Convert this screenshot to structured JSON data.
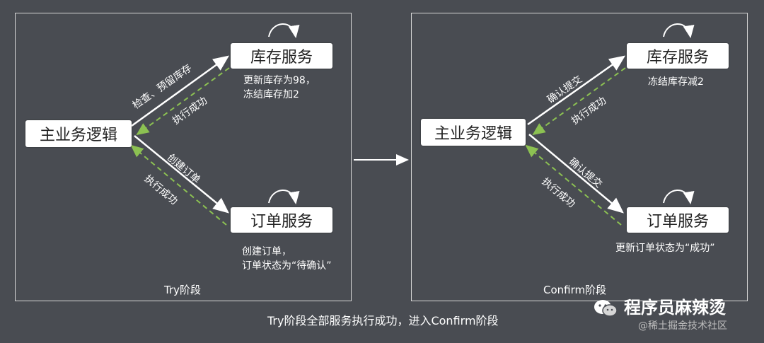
{
  "left": {
    "main": "主业务逻辑",
    "inventory": "库存服务",
    "order": "订单服务",
    "label_check": "检查、预留库存",
    "label_success_top": "执行成功",
    "label_create": "创建订单",
    "label_success_bottom": "执行成功",
    "inventory_note": [
      "更新库存为98，",
      "冻结库存加2"
    ],
    "order_note": [
      "创建订单，",
      "订单状态为“待确认”"
    ],
    "phase": "Try阶段"
  },
  "right": {
    "main": "主业务逻辑",
    "inventory": "库存服务",
    "order": "订单服务",
    "label_confirm_top": "确认提交",
    "label_success_top": "执行成功",
    "label_confirm_bottom": "确认提交",
    "label_success_bottom": "执行成功",
    "inventory_note": "冻结库存减2",
    "order_note": "更新订单状态为“成功”",
    "phase": "Confirm阶段"
  },
  "footer": "Try阶段全部服务执行成功，进入Confirm阶段",
  "watermark": {
    "brand": "程序员麻辣烫",
    "sub": "@稀土掘金技术社区"
  },
  "colors": {
    "background": "#494c52",
    "arrow": "#ffffff",
    "dashed_arrow": "#8cc152"
  }
}
